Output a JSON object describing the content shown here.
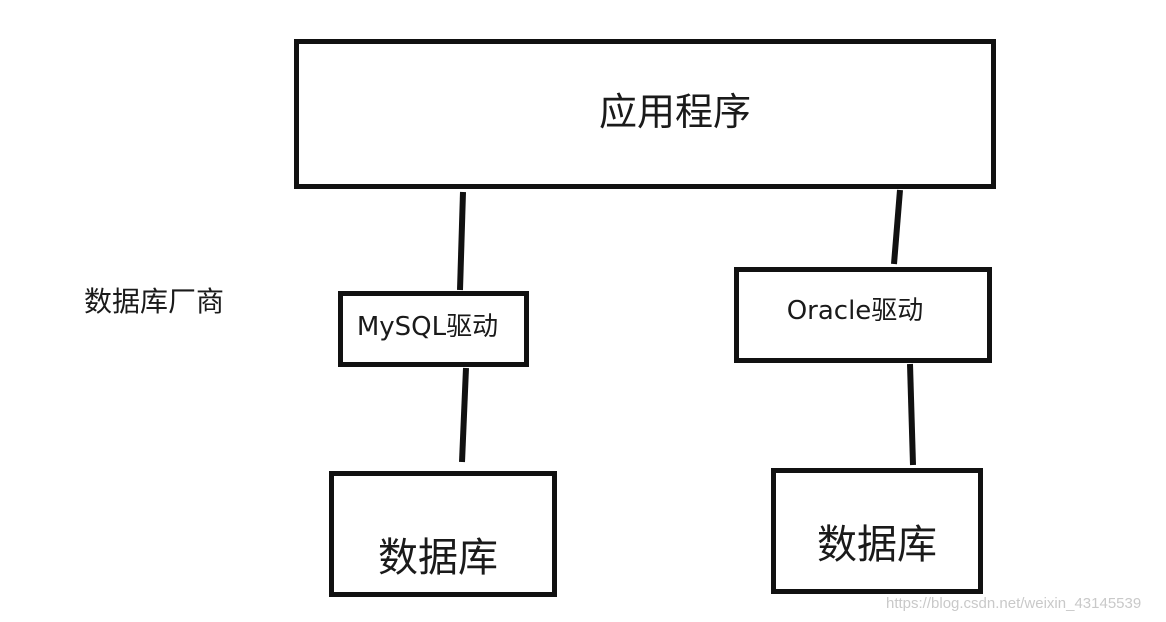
{
  "diagram": {
    "application": "应用程序",
    "vendor_label": "数据库厂商",
    "mysql_driver": "MySQL驱动",
    "oracle_driver": "Oracle驱动",
    "mysql_database": "数据库",
    "oracle_database": "数据库"
  },
  "watermark": "https://blog.csdn.net/weixin_43145539"
}
